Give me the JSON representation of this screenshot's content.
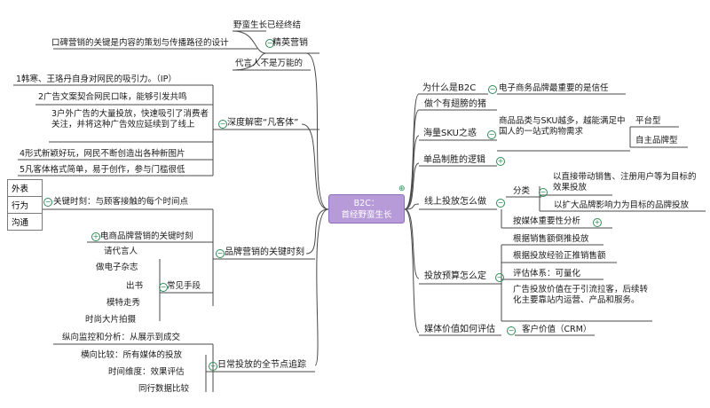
{
  "center": {
    "line1": "B2C：",
    "line2": "首经野蛮生长"
  },
  "left": {
    "b1": {
      "label": "精英营销",
      "children": [
        "野蛮生长已经终结",
        "口碑营销的关键是内容的策划与传播路径的设计",
        "代言人不是万能的"
      ]
    },
    "b2": {
      "label": "深度解密“凡客体”",
      "children": [
        "1韩寒、王珞丹自身对网民的吸引力。（IP）",
        "2广告文案契合网民口味，能够引发共鸣",
        "3户外广告的大量投放，快速吸引了消费者关注，并将这种广告效应延续到了线上",
        "4形式新颖好玩，网民不断创造出各种新图片",
        "5凡客体格式简单，易于创作，参与门槛很低"
      ]
    },
    "b3": {
      "label": "品牌营销的关键时刻",
      "touch": {
        "label": "关键时刻：与顾客接触的每个时间点",
        "children": [
          "外表",
          "行为",
          "沟通"
        ]
      },
      "ecom": "电商品牌营销的关键时刻",
      "common": {
        "label": "常见手段",
        "children": [
          "请代言人",
          "做电子杂志",
          "出书",
          "模特走秀",
          "时尚大片拍摄"
        ]
      }
    },
    "b4": {
      "label": "日常投放的全节点追踪",
      "children": [
        "纵向监控和分析：从展示到成交",
        "横向比较：所有媒体的投放",
        "时间维度：效果评估",
        "同行数据比较"
      ]
    }
  },
  "right": {
    "r1": {
      "label": "为什么是B2C",
      "child": "电子商务品牌最重要的是信任"
    },
    "r2": {
      "label": "做个有翅膀的猪"
    },
    "r3": {
      "label": "海量SKU之惑",
      "child": "商品品类与SKU越多，越能满足中国人的一站式购物需求",
      "sub": [
        "平台型",
        "自主品牌型"
      ]
    },
    "r4": {
      "label": "单品制胜的逻辑"
    },
    "r5": {
      "label": "线上投放怎么做",
      "classify": {
        "label": "分类",
        "children": [
          "以直接带动销售、注册用户等为目标的效果投放",
          "以扩大品牌影响力为目标的品牌投放"
        ]
      },
      "media": "按媒体重要性分析"
    },
    "r6": {
      "label": "投放预算怎么定",
      "children": [
        "根据销售额倒推投放",
        "根据投放经验正推销售额",
        "评估体系：可量化",
        "广告投放价值在于引流拉客，后续转化主要靠站内运营、产品和服务。"
      ]
    },
    "r7": {
      "label": "媒体价值如何评估",
      "child": "客户价值（CRM）"
    }
  },
  "colors": {
    "line": "#4a4a4a",
    "toggle": "#2e8b57",
    "center": "#b79ad8"
  }
}
